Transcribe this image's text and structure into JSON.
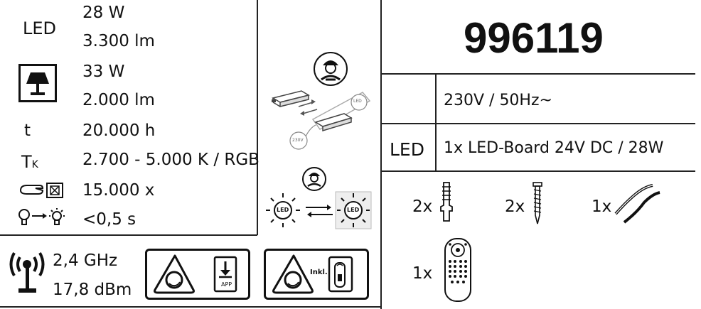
{
  "specs": {
    "led_label": "LED",
    "led_power": "28 W",
    "led_lumen": "3.300 lm",
    "lamp_power": "33 W",
    "lamp_lumen": "2.000 lm",
    "life_label": "t",
    "life_value": "20.000 h",
    "tk_label": "T",
    "tk_sub": "K",
    "tk_value": "2.700 - 5.000 K / RGB",
    "switch_value": "15.000 x",
    "startup_value": "<0,5 s"
  },
  "radio": {
    "frequency": "2,4 GHz",
    "power": "17,8 dBm"
  },
  "app_box": {
    "app_label": "APP"
  },
  "remote_box": {
    "incl_label": "Inkl."
  },
  "diagram": {
    "led_badge": "LED",
    "voltage_badge": "230V",
    "led_left": "LED",
    "led_right": "LED"
  },
  "product": {
    "number": "996119",
    "voltage": "230V / 50Hz~",
    "led_label": "LED",
    "led_board": "1x LED-Board 24V DC / 28W"
  },
  "parts": {
    "anchor_qty": "2x",
    "screw_qty": "2x",
    "cable_qty": "1x",
    "remote_qty": "1x"
  }
}
